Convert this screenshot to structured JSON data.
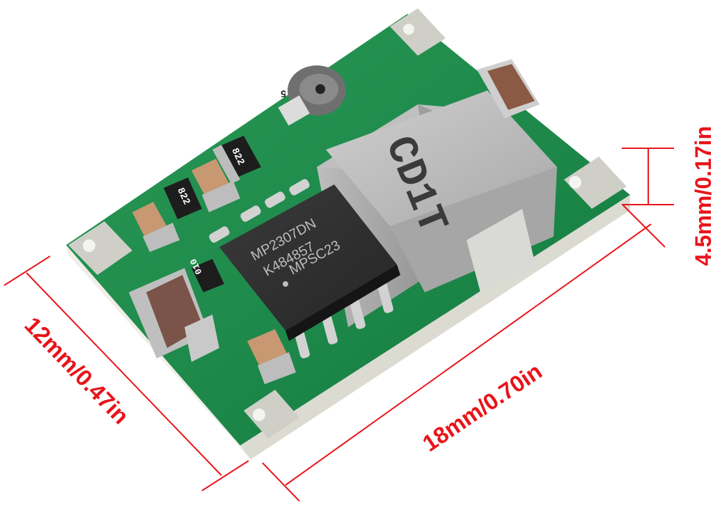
{
  "product": {
    "type": "mini DC-DC buck converter module",
    "pcb_color": "#1f8a4c",
    "substrate_edge_color": "#ecebe3"
  },
  "components": {
    "ic": {
      "line1": "MP2307DN",
      "line2": "K484857",
      "line3": "MPSC23"
    },
    "inductor": {
      "marking": "CD1T"
    },
    "resistors": [
      {
        "marking": "822"
      },
      {
        "marking": "822"
      },
      {
        "marking": "010"
      }
    ],
    "potentiometer": {
      "marking": "5"
    }
  },
  "dimensions": {
    "color": "#e8141a",
    "width_label": "12mm/0.47in",
    "length_label": "18mm/0.70in",
    "height_label": "4.5mm/0.17in"
  }
}
